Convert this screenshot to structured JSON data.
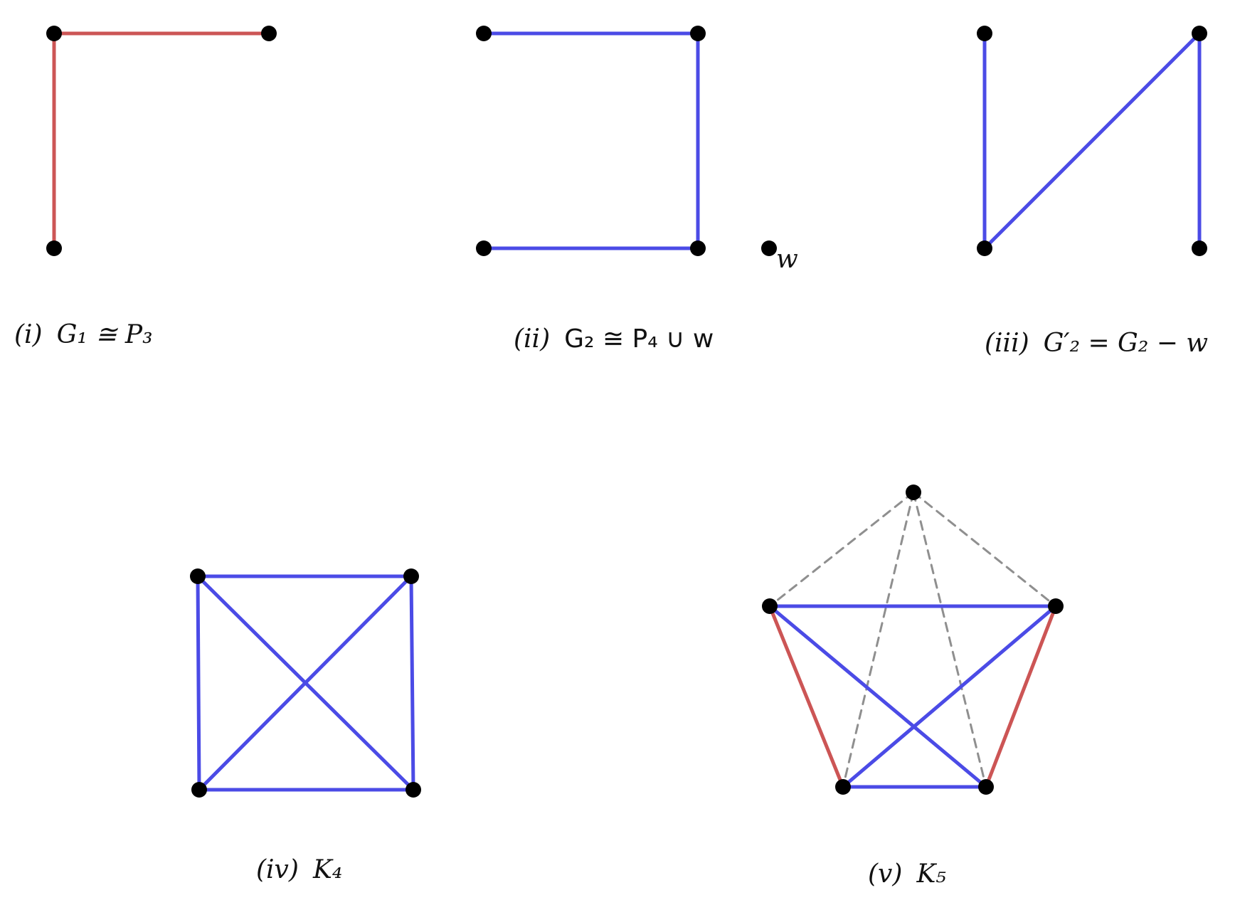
{
  "colors": {
    "red_edge": "#cc5555",
    "blue_edge": "#4b4be6",
    "dashed_edge": "#8f8f8f",
    "vertex": "#000000"
  },
  "panels": [
    {
      "id": "i",
      "caption_number": "(i)",
      "caption_expr": "G₁ ≅ P₃",
      "vertex_count": 3,
      "edges": [
        {
          "from": 0,
          "to": 1,
          "color": "red"
        },
        {
          "from": 0,
          "to": 2,
          "color": "red"
        }
      ]
    },
    {
      "id": "ii",
      "caption_number": "(ii)",
      "caption_expr": "G₂ ≅ P₄ ∪ w",
      "vertex_count": 5,
      "vertex_labels": [
        "",
        "",
        "",
        "",
        "w"
      ],
      "edges": [
        {
          "from": 0,
          "to": 1,
          "color": "blue"
        },
        {
          "from": 1,
          "to": 2,
          "color": "blue"
        },
        {
          "from": 2,
          "to": 3,
          "color": "blue"
        }
      ]
    },
    {
      "id": "iii",
      "caption_number": "(iii)",
      "caption_expr": "G′₂ = G₂ − w",
      "vertex_count": 4,
      "edges": [
        {
          "from": 0,
          "to": 1,
          "color": "blue"
        },
        {
          "from": 1,
          "to": 2,
          "color": "blue"
        },
        {
          "from": 2,
          "to": 3,
          "color": "blue"
        }
      ]
    },
    {
      "id": "iv",
      "caption_number": "(iv)",
      "caption_expr": "K₄",
      "vertex_count": 4,
      "edges": [
        {
          "from": 0,
          "to": 1,
          "color": "blue"
        },
        {
          "from": 1,
          "to": 3,
          "color": "blue"
        },
        {
          "from": 3,
          "to": 2,
          "color": "blue"
        },
        {
          "from": 2,
          "to": 0,
          "color": "blue"
        },
        {
          "from": 0,
          "to": 3,
          "color": "blue"
        },
        {
          "from": 1,
          "to": 2,
          "color": "blue"
        }
      ]
    },
    {
      "id": "v",
      "caption_number": "(v)",
      "caption_expr": "K₅",
      "vertex_count": 5,
      "edges": [
        {
          "from": 0,
          "to": 1,
          "color": "dashed"
        },
        {
          "from": 0,
          "to": 2,
          "color": "dashed"
        },
        {
          "from": 0,
          "to": 3,
          "color": "dashed"
        },
        {
          "from": 0,
          "to": 4,
          "color": "dashed"
        },
        {
          "from": 1,
          "to": 2,
          "color": "blue"
        },
        {
          "from": 1,
          "to": 4,
          "color": "blue"
        },
        {
          "from": 2,
          "to": 3,
          "color": "blue"
        },
        {
          "from": 3,
          "to": 4,
          "color": "blue"
        },
        {
          "from": 1,
          "to": 3,
          "color": "red"
        },
        {
          "from": 2,
          "to": 4,
          "color": "red"
        }
      ]
    }
  ]
}
